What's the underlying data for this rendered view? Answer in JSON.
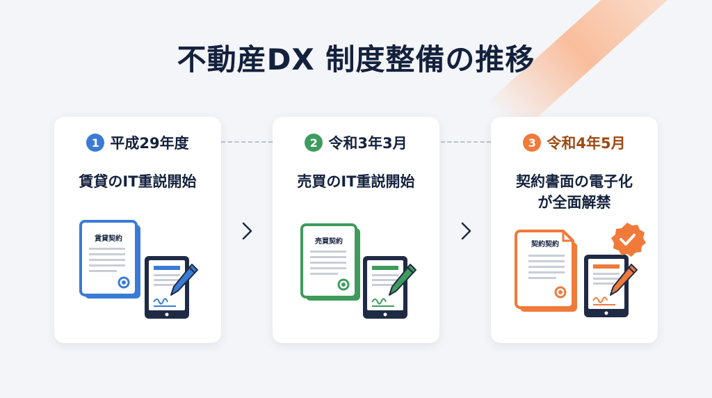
{
  "title": "不動産DX 制度整備の推移",
  "steps": [
    {
      "number": "1",
      "date": "平成29年度",
      "description": "賃貸のIT重説開始",
      "document_label": "賃貸契約",
      "color": "#3a7bd5"
    },
    {
      "number": "2",
      "date": "令和3年3月",
      "description": "売買のIT重説開始",
      "document_label": "売買契約",
      "color": "#3f9b5c"
    },
    {
      "number": "3",
      "date": "令和4年5月",
      "description": "契約書面の電子化が全面解禁",
      "document_label": "契約契約",
      "color": "#ef7a3a",
      "date_color": "#9c4a12"
    }
  ],
  "icons": {
    "document": "document-icon",
    "tablet": "tablet-signature-icon",
    "pen": "pen-icon",
    "arrow": "chevron-right-icon",
    "badge": "check-badge-icon"
  }
}
